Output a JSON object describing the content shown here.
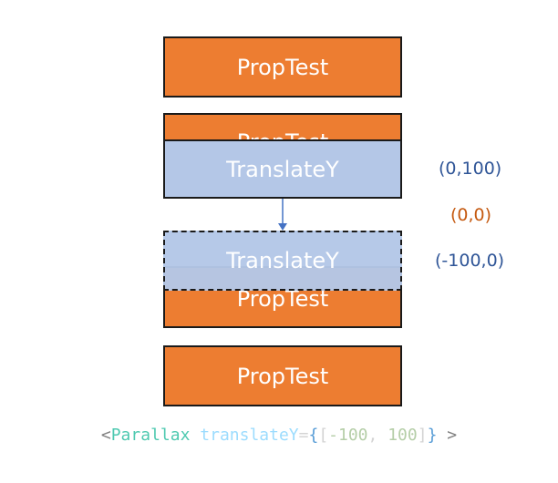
{
  "boxes": {
    "prop_label": "PropTest",
    "translate_label": "TranslateY"
  },
  "labels": {
    "top": "(0,100)",
    "middle": "(0,0)",
    "bottom": "(-100,0)"
  },
  "code": {
    "open_bracket": "<",
    "component": "Parallax",
    "attribute": "translateY",
    "equals": "=",
    "brace_open": "{",
    "array_open": "[",
    "value_min": "-100",
    "separator": ", ",
    "value_max": "100",
    "array_close": "]",
    "brace_close": "}",
    "close_bracket": " >"
  },
  "colors": {
    "orange": "#ed7d31",
    "blue_fill": "#b4c7e7",
    "label_blue": "#2f5597",
    "label_orange": "#c55a11",
    "arrow": "#4472c4"
  }
}
